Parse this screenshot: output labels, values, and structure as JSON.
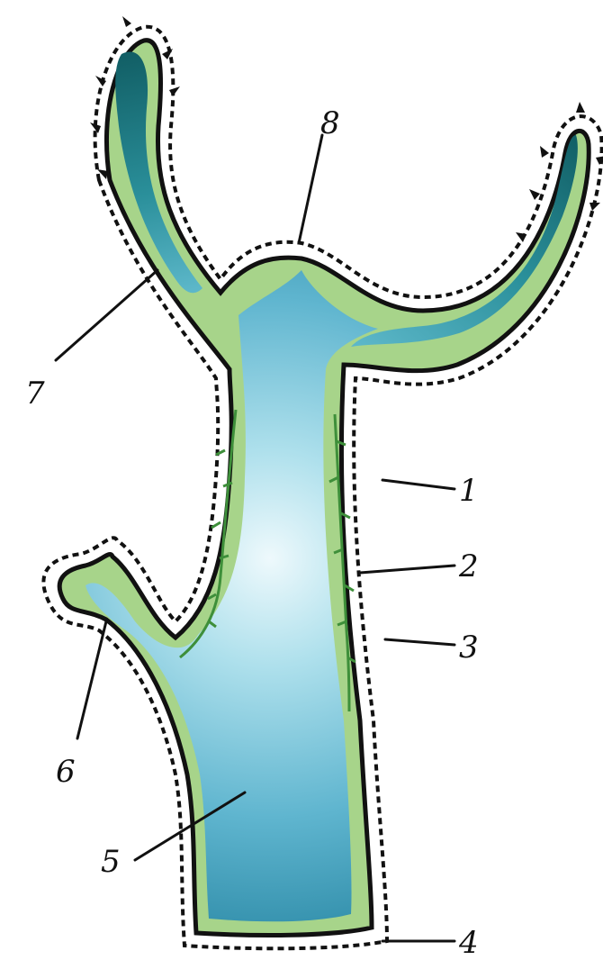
{
  "diagram": {
    "labels": {
      "l1": "1",
      "l2": "2",
      "l3": "3",
      "l4": "4",
      "l5": "5",
      "l6": "6",
      "l7": "7",
      "l8": "8"
    },
    "colors": {
      "cavity_light": "#e9f7fb",
      "cavity_mid": "#69bfd6",
      "cavity_dark": "#1f7f9c",
      "tentacle_dark": "#0f5a60",
      "mesoglea_band": "#a7d48a",
      "outline": "#111111",
      "ectoderm_cells": "#ffffff",
      "nerve_net": "#3e8f3a",
      "label_text": "#111111"
    }
  }
}
